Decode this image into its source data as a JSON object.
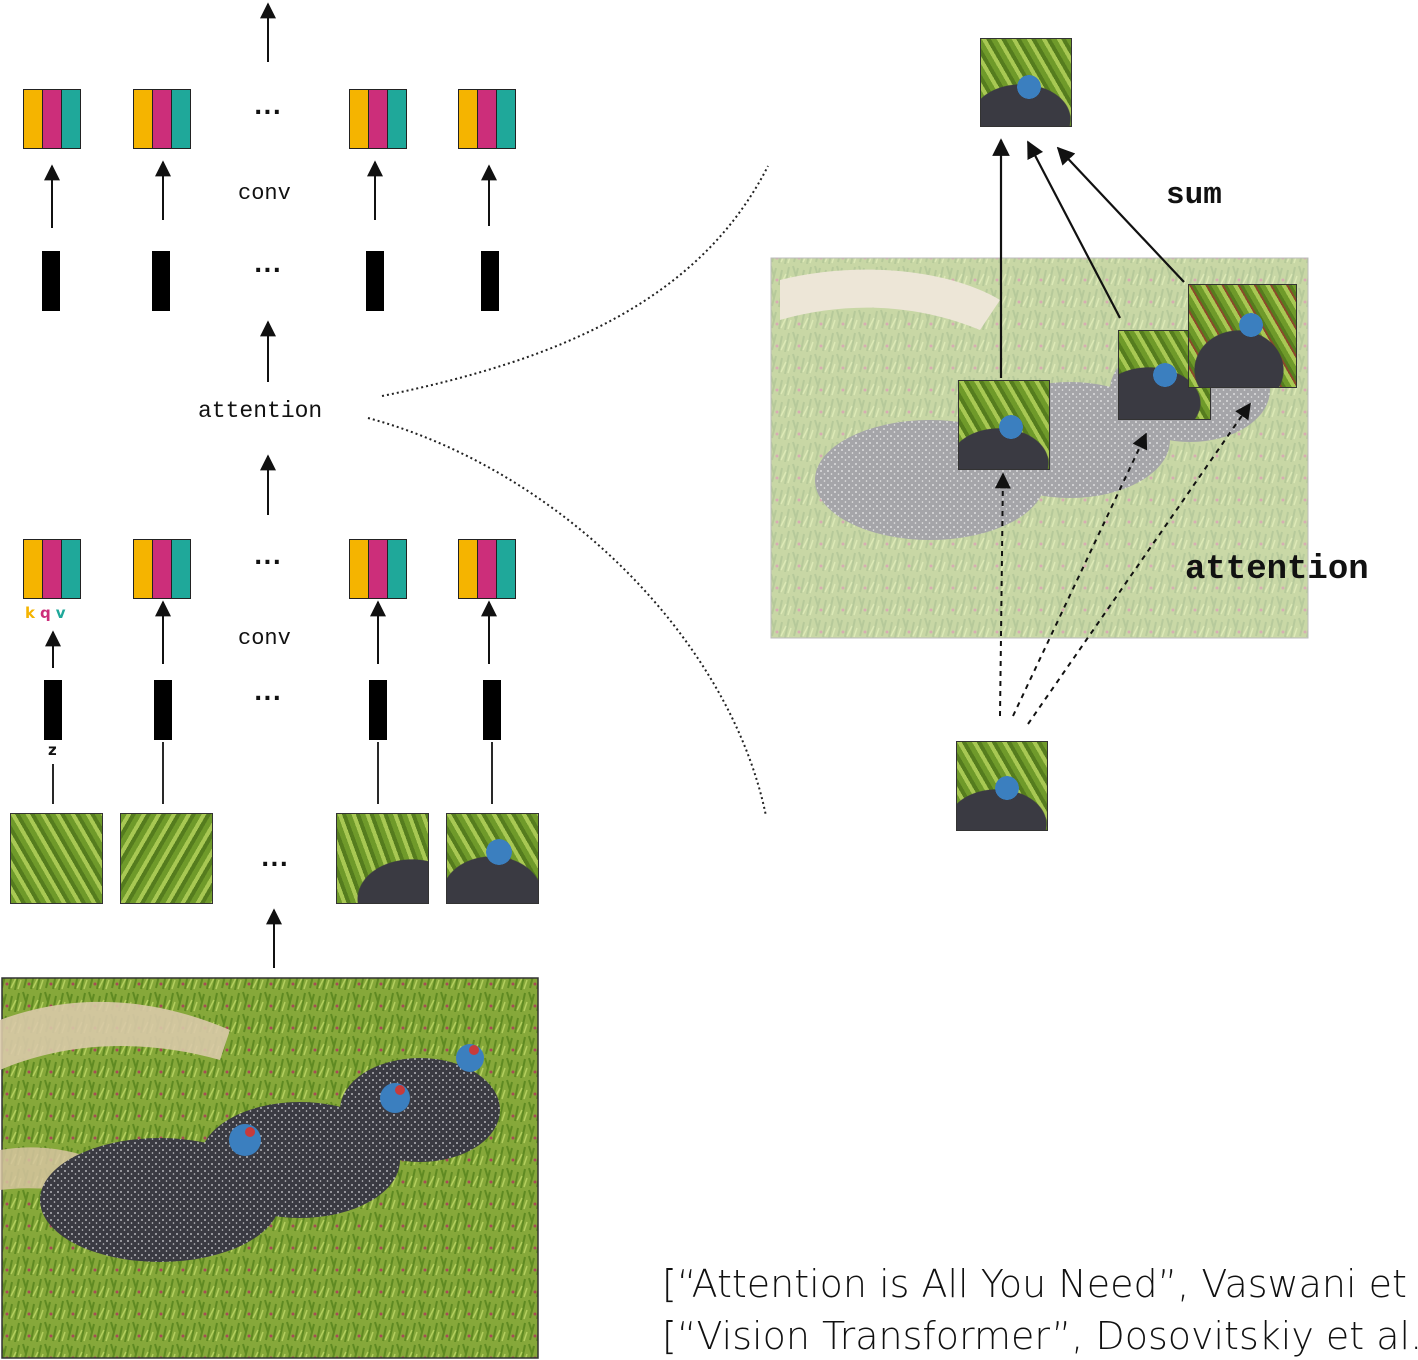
{
  "colors": {
    "key": "#F5B400",
    "query": "#CC2E7A",
    "value": "#1FA89A",
    "grass": "#8FB33A",
    "bird": "#3C3C44"
  },
  "left": {
    "conv_top": "conv",
    "conv_bottom": "conv",
    "attention": "attention",
    "ellipsis": "...",
    "k": "k",
    "q": "q",
    "v": "v",
    "z": "z"
  },
  "right": {
    "sum": "sum",
    "attention": "attention"
  },
  "citations": [
    "[“Attention is All You Need”, Vaswani et al.]",
    "[“Vision Transformer”, Dosovitskiy et al.]"
  ]
}
